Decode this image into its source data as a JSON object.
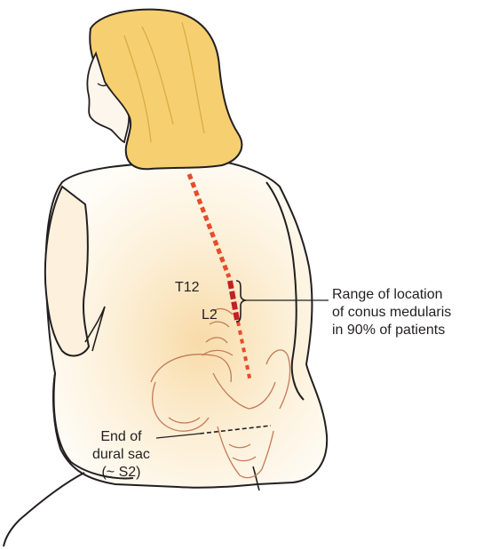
{
  "labels": {
    "t12": "T12",
    "l2": "L2",
    "conus_line1": "Range of location",
    "conus_line2": "of conus medularis",
    "conus_line3": "in 90% of patients",
    "dural_line1": "End of",
    "dural_line2": "dural sac",
    "dural_line3": "(~ S2)"
  },
  "colors": {
    "hair": "#f6cf70",
    "skin_glow": "#fbe7c2",
    "outline": "#231f20",
    "spine_dots": "#e84c2b",
    "conus_range": "#b3191f",
    "pelvis": "#c47a56"
  },
  "icons": {
    "figure": "seated-patient-back-view",
    "spine": "spinal-cord-dotted-line",
    "pelvis": "sacrum-pelvis-outline"
  }
}
